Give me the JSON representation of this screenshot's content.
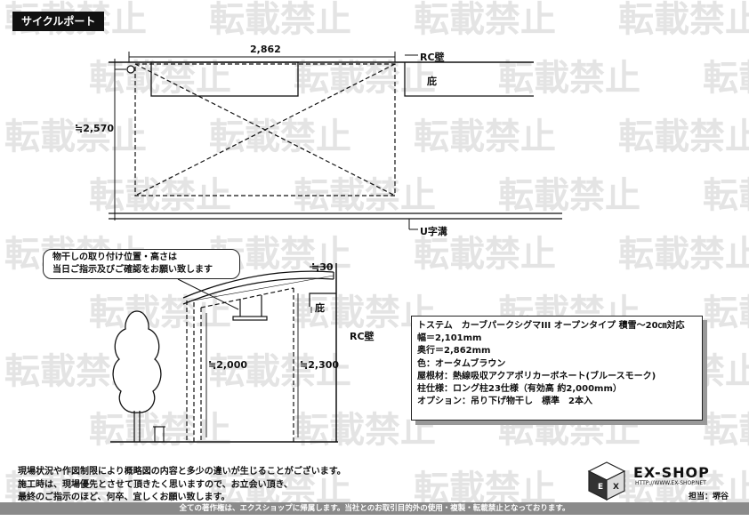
{
  "title": "サイクルポート",
  "watermark_text": "転載禁止",
  "plan": {
    "width_dim": "2,862",
    "depth_dim": "≒2,570",
    "wall_label": "RC壁",
    "eave_label": "庇",
    "gutter_label": "U字溝"
  },
  "elevation": {
    "callout_line1": "物干しの取り付け位置・高さは",
    "callout_line2": "当日ご指示及びご確認をお願い致します",
    "gap_dim": "≒30",
    "eave_label": "庇",
    "wall_label": "RC壁",
    "height_front": "≒2,000",
    "height_back": "≒2,300"
  },
  "spec": {
    "lines": [
      "トステム　カーブパークシグマIII オープンタイプ 積雪～20㎝対応",
      "幅＝2,101mm",
      "奥行＝2,862mm",
      "色：オータムブラウン",
      "屋根材：熱線吸収アクアポリカーボネート(ブルースモーク)",
      "柱仕様：ロング柱23仕様（有効高 約2,000mm）",
      "オプション：吊り下げ物干し　標準　2本入"
    ]
  },
  "notes": [
    "現場状況や作図制限により概略図の内容と多少の違いが生じることがございます。",
    "施工時は、現場優先とさせて頂きたく思いますので、お立会い頂き、",
    "最終のご指示のほど、何卒、宜しくお願い致します。"
  ],
  "footer": "全ての著作権は、エクスショップに帰属します。当社とのお取引目的外の使用・複製・転載禁止となっております。",
  "logo": {
    "name": "EX-SHOP",
    "url": "HTTP://WWW.EX-SHOP.NET",
    "staff": "担当：堺谷"
  }
}
